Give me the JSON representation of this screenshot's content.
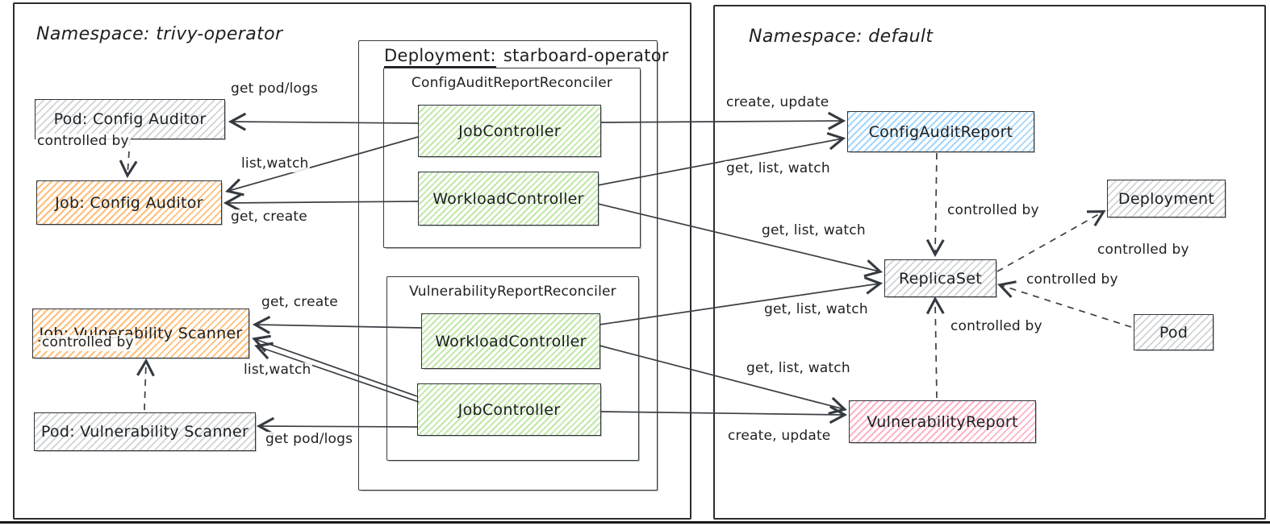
{
  "ns_left": {
    "title": "Namespace: trivy-operator"
  },
  "ns_right": {
    "title": "Namespace: default"
  },
  "deployment": {
    "title_prefix": "Deployment:",
    "title_rest": "starboard-operator",
    "reconcilers": [
      {
        "title": "ConfigAuditReportReconciler",
        "controllers": [
          "JobController",
          "WorkloadController"
        ]
      },
      {
        "title": "VulnerabilityReportReconciler",
        "controllers": [
          "WorkloadController",
          "JobController"
        ]
      }
    ]
  },
  "nodes": {
    "pod_config_auditor": "Pod: Config Auditor",
    "job_config_auditor": "Job: Config Auditor",
    "job_vuln_scanner": "Job: Vulnerability Scanner",
    "pod_vuln_scanner": "Pod: Vulnerability Scanner",
    "config_audit_report": "ConfigAuditReport",
    "deployment": "Deployment",
    "replica_set": "ReplicaSet",
    "pod": "Pod",
    "vulnerability_report": "VulnerabilityReport"
  },
  "edges": {
    "get_pod_logs_top": "get pod/logs",
    "list_watch_top": "list,watch",
    "get_create_top": "get, create",
    "controlled_by_top_left": "controlled by",
    "get_create_bottom": "get, create",
    "list_watch_bottom": "list,watch",
    "get_pod_logs_bottom": "get pod/logs",
    "controlled_by_bottom_left": "controlled by",
    "create_update_top": "create, update",
    "glw_car": "get, list, watch",
    "glw_rs_top": "get, list, watch",
    "glw_rs_bottom": "get, list, watch",
    "glw_vr": "get, list, watch",
    "create_update_bottom": "create, update",
    "controlled_by_car_rs": "controlled by",
    "controlled_by_rs_deploy": "controlled by",
    "controlled_by_pod_rs": "controlled by",
    "controlled_by_vr_rs": "controlled by"
  },
  "colors": {
    "stroke": "#343a40",
    "green": "#94d86b",
    "orange": "#ffa94d",
    "blue": "#74c0fc",
    "pink": "#fa82a0",
    "gray": "#868e96"
  }
}
